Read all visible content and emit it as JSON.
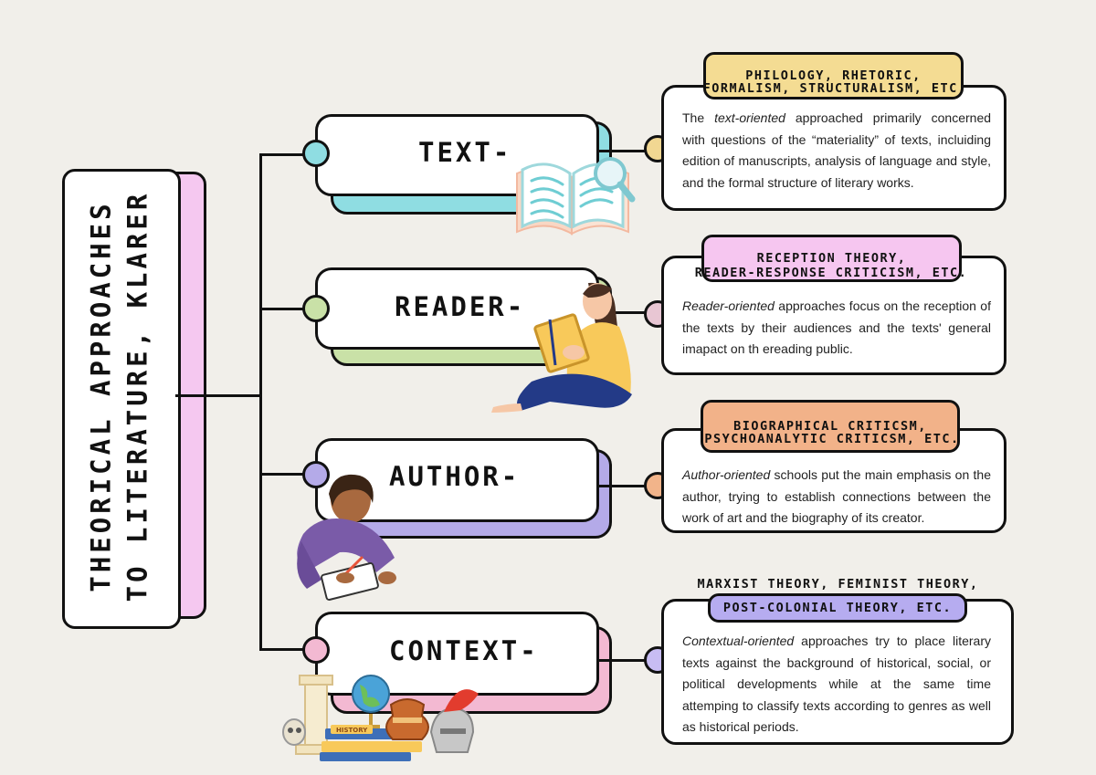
{
  "title": {
    "line1": "THEORICAL APPROACHES",
    "line2": "TO LITERATURE, KLARER"
  },
  "colors": {
    "text": "#8fdde2",
    "reader": "#c9e1a7",
    "author": "#b4aae8",
    "context": "#f3b9d2",
    "title_shadow": "#f5c8f0",
    "tag_text": "#f4dc93",
    "tag_reader": "#f6c6f0",
    "tag_author": "#f2b289",
    "tag_context": "#b6acf0",
    "dot_text": "#f1d792",
    "dot_reader": "#e8c6d3",
    "dot_author": "#f2b48a",
    "dot_context": "#c8bdf3"
  },
  "branches": [
    {
      "label": "TEXT-",
      "icon": "open-book-magnifier-icon",
      "tag_line1": "PHILOLOGY, RHETORIC,",
      "tag_line2": "FORMALISM, STRUCTURALISM, ETC.",
      "desc_em": "text-oriented",
      "desc_pre": "The ",
      "desc_post": " approached primarily concerned with questions of the “materiality” of texts, incluiding edition of manuscripts, analysis of language and style, and the formal structure of literary works."
    },
    {
      "label": "READER-",
      "icon": "woman-reading-icon",
      "tag_line1": "RECEPTION THEORY,",
      "tag_line2": "READER-RESPONSE CRITICISM, ETC.",
      "desc_em": "Reader-oriented",
      "desc_pre": "",
      "desc_post": " approaches focus on the reception of the texts by their audiences and the texts' general imapact on th ereading public."
    },
    {
      "label": "AUTHOR-",
      "icon": "man-writing-icon",
      "tag_line1": "BIOGRAPHICAL CRITICSM,",
      "tag_line2": "PSYCHOANALYTIC CRITICSM, ETC.",
      "desc_em": "Author-oriented",
      "desc_pre": "",
      "desc_post": " schools put the main emphasis on the author, trying to establish connections between the work of art and the biography of its creator."
    },
    {
      "label": "CONTEXT-",
      "icon": "history-artifacts-icon",
      "tag_line1": "MARXIST THEORY, FEMINIST THEORY,",
      "tag_line2": "POST-COLONIAL THEORY, ETC.",
      "desc_em": "Contextual-oriented",
      "desc_pre": "",
      "desc_post": " approaches try to place literary texts against the background of historical, social, or political developments while at the same time attemping to classify texts according to genres as well as historical periods."
    }
  ],
  "history_book_label": "HISTORY"
}
